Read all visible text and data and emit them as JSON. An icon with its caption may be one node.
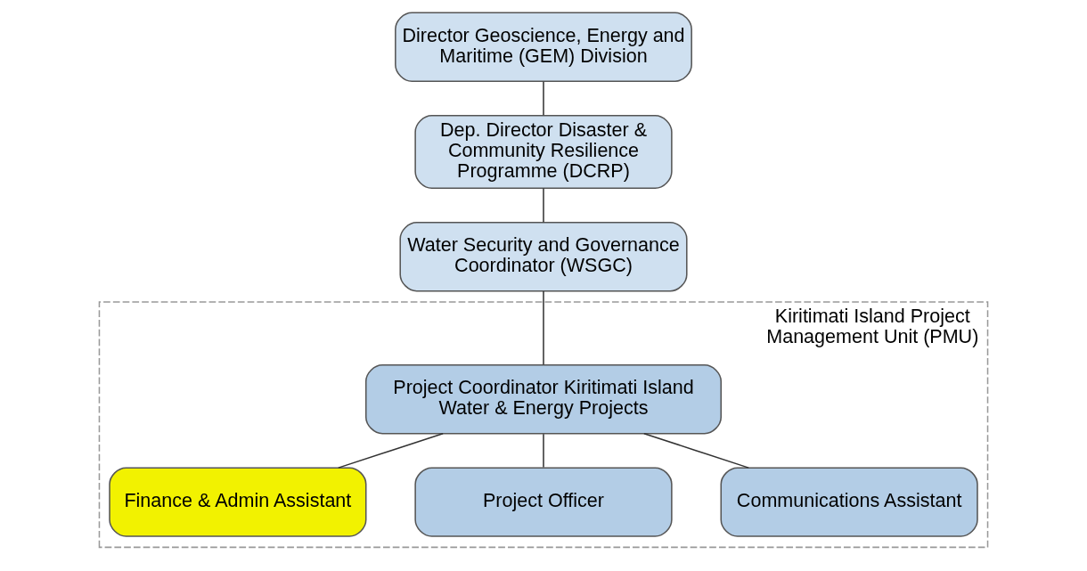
{
  "diagram": {
    "nodes": [
      {
        "text": [
          "Director Geoscience, Energy and Maritime (GEM) Division"
        ]
      },
      {
        "text": [
          "Dep. Director Disaster & Community Resilience Programme (DCRP)"
        ]
      },
      {
        "text": [
          "Water Security and Governance Coordinator (WSGC)"
        ]
      },
      {
        "text": [
          "Kiritimati Island Project Management Unit (PMU)"
        ]
      },
      {
        "text": [
          "Project Coordinator Kiritimati Island Water & Energy Projects"
        ],
        "in": 3
      },
      {
        "text": [
          "Finance & Admin Assistant"
        ],
        "in": 3
      },
      {
        "text": [
          "Project Officer"
        ],
        "in": 3
      },
      {
        "text": [
          "Communications Assistant"
        ],
        "in": 3
      }
    ],
    "edges": [
      {
        "from": 0,
        "to": 1,
        "arrow": "none"
      },
      {
        "from": 1,
        "to": 2,
        "arrow": "none"
      },
      {
        "from": 2,
        "to": 4,
        "arrow": "none"
      },
      {
        "from": 4,
        "to": 5,
        "arrow": "none"
      },
      {
        "from": 4,
        "to": 6,
        "arrow": "none"
      },
      {
        "from": 4,
        "to": 7,
        "arrow": "none"
      }
    ]
  }
}
